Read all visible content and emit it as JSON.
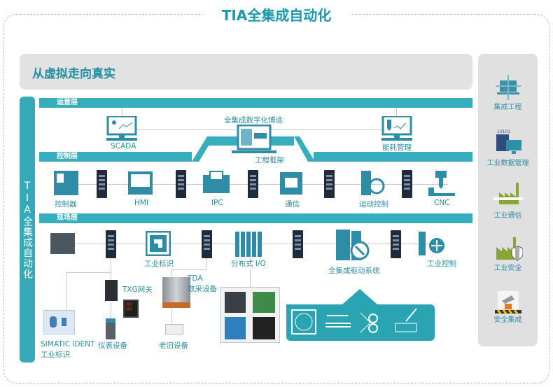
{
  "title": "TIA全集成自动化",
  "banner": "从虚拟走向真实",
  "vertical_label": "TIA全集成自动化",
  "layers": {
    "ops": "运营层",
    "control": "控制层",
    "field": "现场层"
  },
  "ops": {
    "scada": "SCADA",
    "portal": "全集成数字化博途",
    "framework": "工程框架",
    "energy": "能耗管理"
  },
  "control": [
    "控制器",
    "HMI",
    "IPC",
    "通信",
    "运动控制",
    "CNC"
  ],
  "field": {
    "ident": "工业标识",
    "io": "分布式 I/O",
    "drive": "全集成驱动系统",
    "ctrl": "工业控制",
    "txg": "TXG网关",
    "tda1": "TDA",
    "tda2": "数采设备",
    "simatic1": "SIMATIC IDENT",
    "simatic2": "工业标识",
    "meter": "仪表设备",
    "legacy": "老旧设备"
  },
  "side": [
    "集成工程",
    "工业数据管理",
    "工业通信",
    "工业安全",
    "安全集成"
  ],
  "colors": {
    "accent": "#36aebd",
    "text": "#2b8fa6",
    "switch": "#1f2b3d"
  }
}
